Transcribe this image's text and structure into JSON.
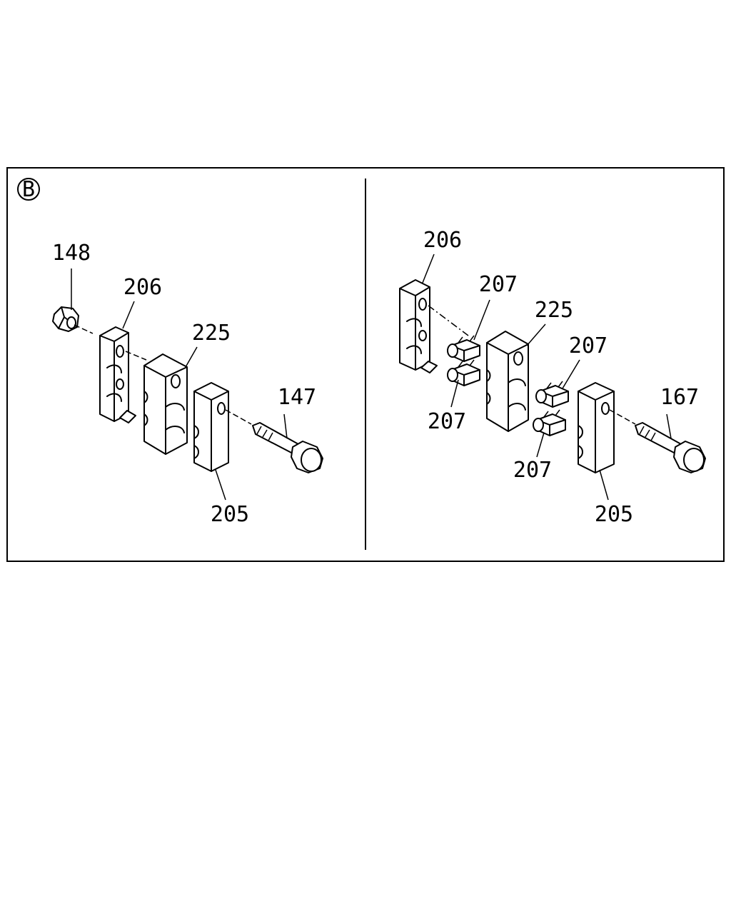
{
  "view_marker": "B",
  "left_panel": {
    "labels": {
      "nut": "148",
      "bracket": "206",
      "block": "225",
      "clamp": "205",
      "bolt": "147"
    }
  },
  "right_panel": {
    "labels": {
      "bracket": "206",
      "clip_top": "207",
      "block": "225",
      "clip_right": "207",
      "clip_left": "207",
      "bolt": "167",
      "clip_bottom": "207",
      "clamp": "205"
    }
  }
}
